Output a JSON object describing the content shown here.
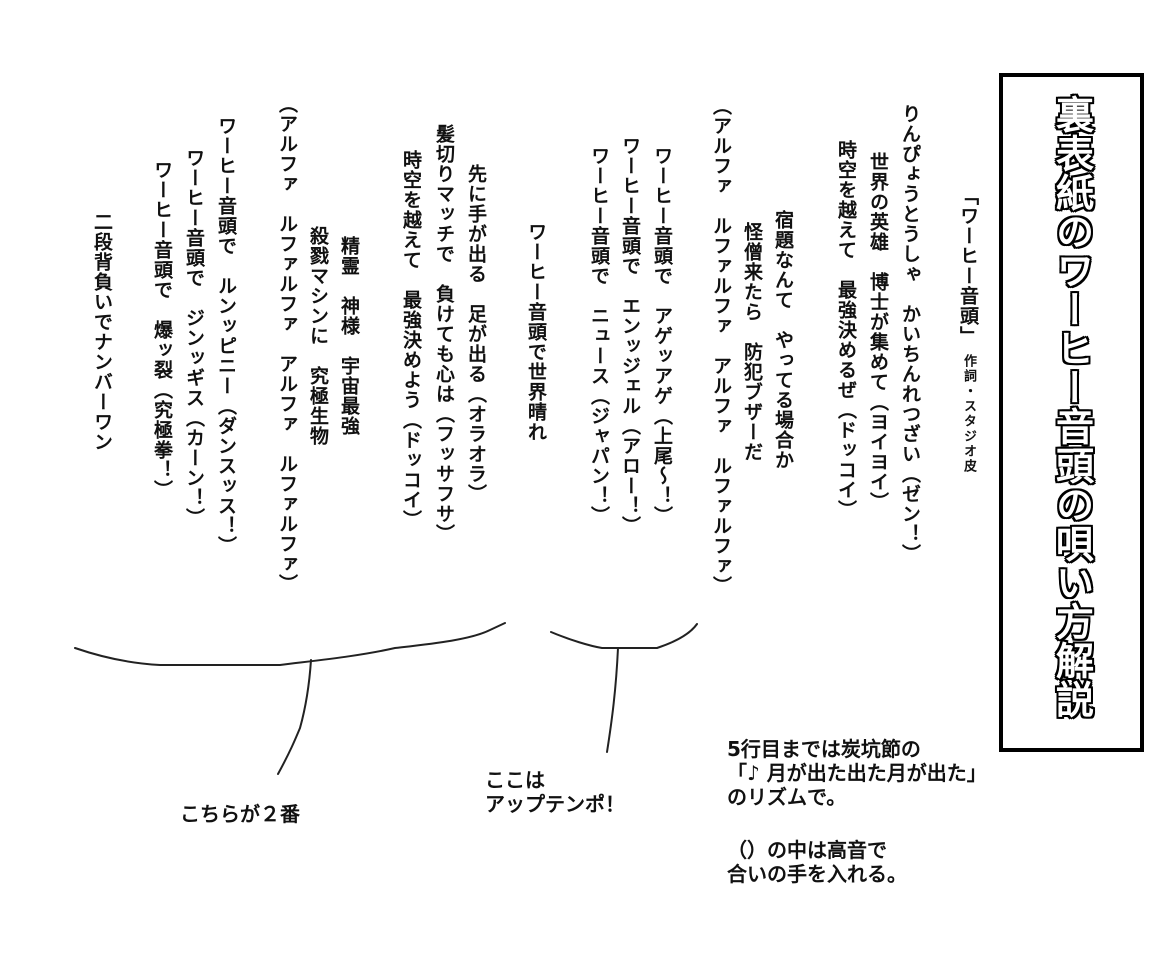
{
  "title": "裏表紙のワーヒー音頭の唄い方解説",
  "song": {
    "heading": "「ワーヒー音頭」",
    "credit": "作詞・スタジオ皮"
  },
  "lyrics": {
    "verse1": [
      "りんぴょうとうしゃ　かいちんれつざい（ゼン！）",
      "世界の英雄　博士が集めて（ヨイヨイ）",
      "時空を越えて　最強決めるぜ（ドッコイ）",
      "宿題なんて　やってる場合か",
      "怪僧来たら　防犯ブザーだ",
      "（アルファ　ルファルファ　アルファ　ルファルファ）"
    ],
    "chorus1": [
      "ワーヒー音頭で　アゲッアゲ（上尾〜！）",
      "ワーヒー音頭で　エンッジェル（アロー！）",
      "ワーヒー音頭で　ニュース（ジャパン！）"
    ],
    "bridge": [
      "ワーヒー音頭で世界晴れ"
    ],
    "verse2": [
      "先に手が出る　足が出る（オラオラ）",
      "髪切りマッチで　負けても心は（フッサフサ）",
      "時空を越えて　最強決めよう（ドッコイ）",
      "精霊　神様　宇宙最強",
      "殺戮マシンに　究極生物",
      "（アルファ　ルファルファ　アルファ　ルファルファ）"
    ],
    "chorus2": [
      "ワーヒー音頭で　ルンッピニー（ダンスッス！）",
      "ワーヒー音頭で　ジンッギス（カーン！）",
      "ワーヒー音頭で　爆ッ裂（究極拳！）"
    ],
    "ending": [
      "二段背負いでナンバーワン"
    ]
  },
  "annotations": {
    "verse2_label": "こちらが２番",
    "uptempo_label": "ここは\nアップテンポ！",
    "rhythm_note": "5行目までは炭坑節の\n「♪ 月が出た出た月が出た」\nのリズムで。",
    "chorus_note": "（）の中は高音で\n合いの手を入れる。"
  }
}
